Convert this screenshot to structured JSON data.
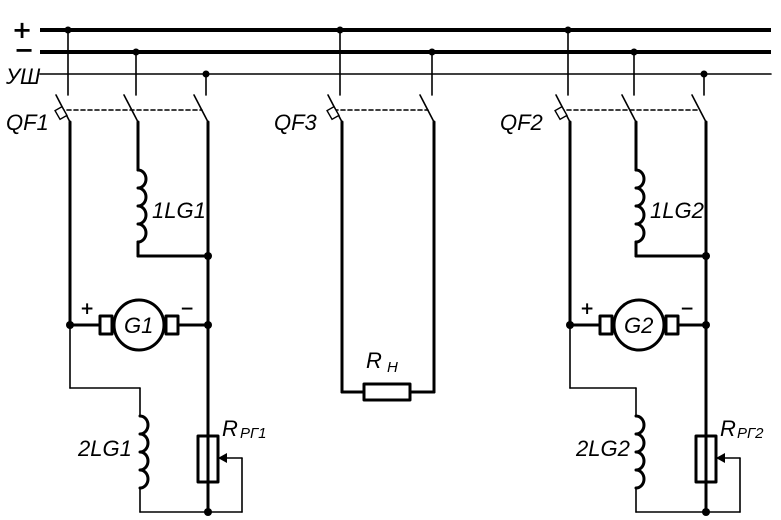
{
  "bus": {
    "plus_label": "+",
    "minus_label": "−",
    "equalizer_label": "УШ"
  },
  "breakers": {
    "qf1": "QF1",
    "qf2": "QF2",
    "qf3": "QF3"
  },
  "generator1": {
    "name": "G1",
    "series_winding": "1LG1",
    "shunt_winding": "2LG1",
    "rheostat_main": "R",
    "rheostat_sub": "РГ1",
    "plus_sign": "+",
    "minus_sign": "−"
  },
  "generator2": {
    "name": "G2",
    "series_winding": "1LG2",
    "shunt_winding": "2LG2",
    "rheostat_main": "R",
    "rheostat_sub": "РГ2",
    "plus_sign": "+",
    "minus_sign": "−"
  },
  "load": {
    "main": "R",
    "sub": "Н"
  }
}
